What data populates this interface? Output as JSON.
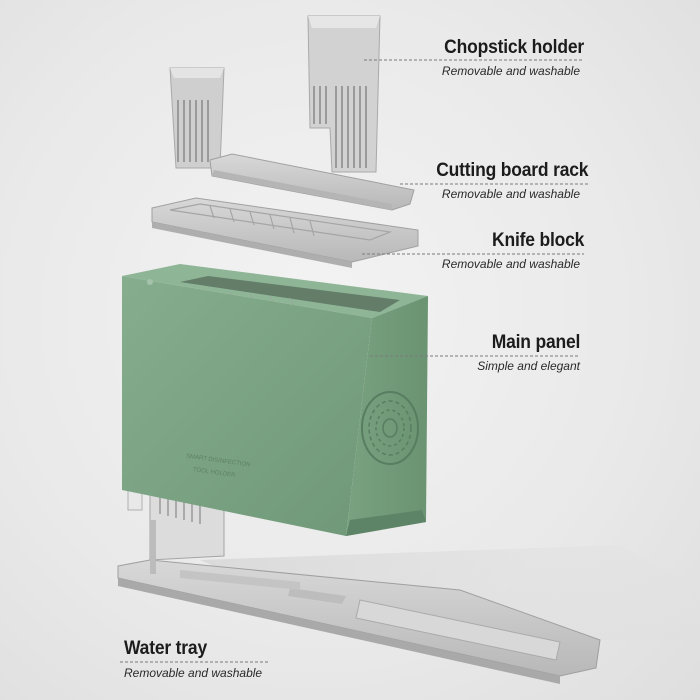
{
  "callouts": {
    "chopstick_holder": {
      "title": "Chopstick holder",
      "subtitle": "Removable and washable"
    },
    "cutting_board_rack": {
      "title": "Cutting board rack",
      "subtitle": "Removable and washable"
    },
    "knife_block": {
      "title": "Knife block",
      "subtitle": "Removable and washable"
    },
    "main_panel": {
      "title": "Main panel",
      "subtitle": "Simple and elegant"
    },
    "water_tray": {
      "title": "Water tray",
      "subtitle": "Removable and washable"
    }
  },
  "product_label": {
    "line1": "SMART DISINFECTION",
    "line2": "TOOL HOLDER"
  },
  "colors": {
    "panel_green": "#7fa887",
    "panel_green_dark": "#6d9676",
    "plastic_gray": "#c9c9c9",
    "leader_line": "#6f6f6f"
  }
}
